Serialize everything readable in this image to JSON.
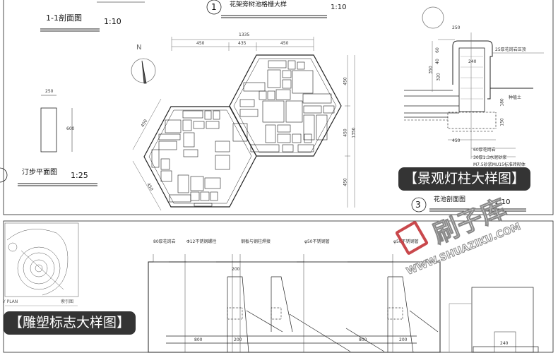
{
  "top_panel": {
    "section_1_1": {
      "title": "1-1剖面图",
      "scale": "1:10"
    },
    "stepping_plan": {
      "title": "汀步平面图",
      "scale": "1:25",
      "dim_width": "250",
      "dim_height": "600"
    },
    "tree_grate": {
      "index": "1",
      "title": "花架旁树池格栅大样",
      "scale": "1:10",
      "north": "N",
      "dims_top": [
        "1335",
        "450",
        "435",
        "450"
      ],
      "dims_right": [
        "450",
        "450",
        "450",
        "1350"
      ],
      "dims_left": [
        "450",
        "450"
      ]
    },
    "planter_section": {
      "index": "3",
      "title": "花池剖面图",
      "scale": "1:10",
      "dims": [
        "250",
        "240",
        "450",
        "60",
        "40",
        "320",
        "350",
        "180",
        "150"
      ],
      "notes": [
        "25厚花岗岩压顶",
        "种植土",
        "60厚花岗岩",
        "30厚1:3水泥砂浆",
        "M7.5砂浆MU15标准砖砌体"
      ]
    }
  },
  "bottom_panel": {
    "index_plan": {
      "label": "Y PLAN",
      "title": "索引图"
    },
    "callouts": [
      "80厚花岗岩",
      "Φ12不锈钢螺栓",
      "钢板与钢柱焊接",
      "φ50不锈钢管",
      "φ50不锈钢管"
    ],
    "dims": [
      "200",
      "800",
      "200",
      "800",
      "200",
      "240"
    ]
  },
  "overlays": {
    "lamp_post": "【景观灯柱大样图】",
    "sculpture": "【雕塑标志大样图】"
  },
  "watermark": {
    "brand": "刷子库",
    "url": "WWW.SHUAZIKU.COM",
    "color": "#c0282d"
  }
}
